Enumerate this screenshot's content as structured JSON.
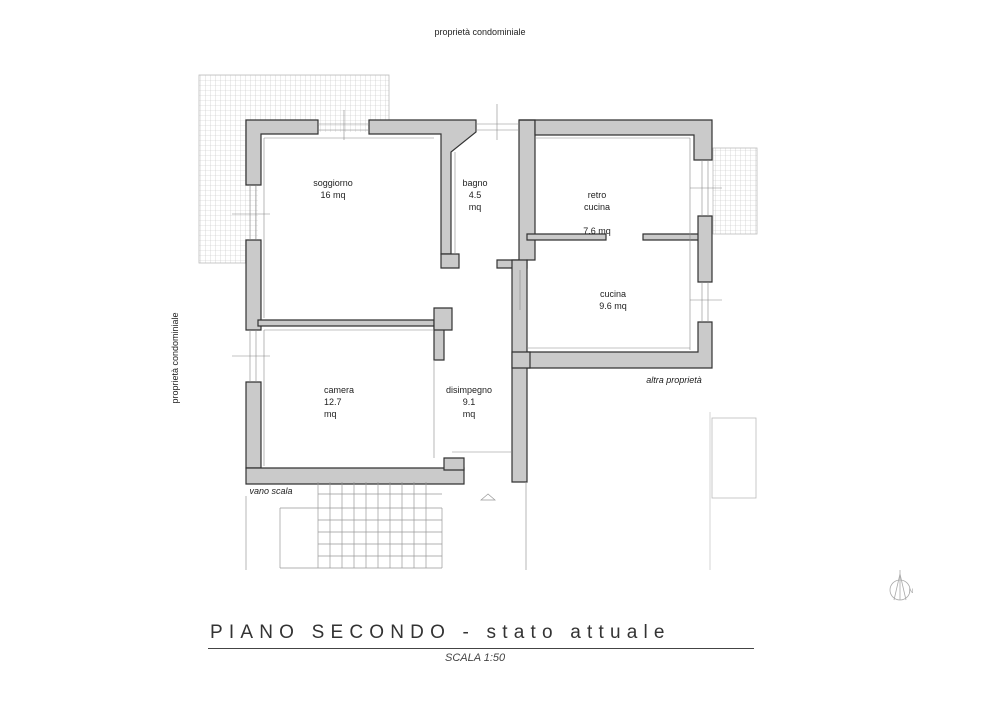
{
  "labels": {
    "top_neighbor": "proprietà condominiale",
    "left_neighbor": "proprietà condominiale",
    "right_neighbor": "altra proprietà",
    "stairwell": "vano scala"
  },
  "rooms": [
    {
      "key": "soggiorno",
      "name": "soggiorno",
      "area": "16 mq"
    },
    {
      "key": "bagno",
      "name": "bagno",
      "area_value": "4.5",
      "area_unit": "mq"
    },
    {
      "key": "retro",
      "name": "retro\ncucina",
      "area": "7.6 mq"
    },
    {
      "key": "cucina",
      "name": "cucina",
      "area": "9.6 mq"
    },
    {
      "key": "camera",
      "name": "camera",
      "area_value": "12.7",
      "area_unit": "mq"
    },
    {
      "key": "disimpegno",
      "name": "disimpegno",
      "area_value": "9.1",
      "area_unit": "mq"
    }
  ],
  "title": {
    "main": "PIANO SECONDO - stato attuale",
    "scale": "SCALA 1:50"
  },
  "north_arrow": {
    "letter": "N",
    "icon": "north-arrow-icon"
  },
  "colors": {
    "wall_fill": "#c9c9c9",
    "wall_stroke": "#333333",
    "hatch": "#bdbdbd",
    "thin": "#999999"
  }
}
